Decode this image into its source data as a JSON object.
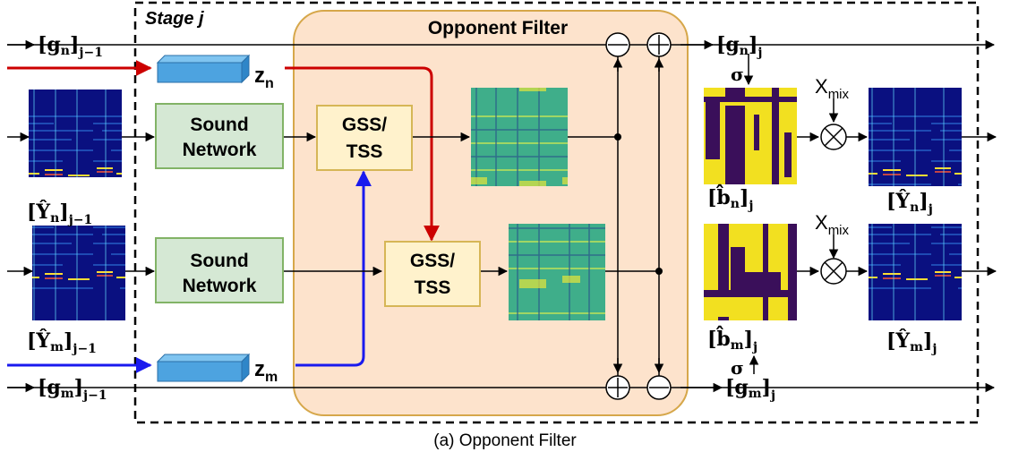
{
  "stage_label": "Stage j",
  "opponent_filter_title": "Opponent Filter",
  "caption": "(a) Opponent Filter",
  "boxes": {
    "sound_network_top": [
      "Sound",
      "Network"
    ],
    "sound_network_bottom": [
      "Sound",
      "Network"
    ],
    "gss_tss_top": [
      "GSS/",
      "TSS"
    ],
    "gss_tss_bottom": [
      "GSS/",
      "TSS"
    ]
  },
  "latents": {
    "z_n": {
      "base": "z",
      "sub": "n"
    },
    "z_m": {
      "base": "z",
      "sub": "m"
    }
  },
  "labels": {
    "g_n_in": {
      "base": "[g",
      "sub": "n",
      "close": "]",
      "idx": "j−1"
    },
    "g_m_in": {
      "base": "[g",
      "sub": "m",
      "close": "]",
      "idx": "j−1"
    },
    "g_n_out": {
      "base": "[g",
      "sub": "n",
      "close": "]",
      "idx": "j"
    },
    "g_m_out": {
      "base": "[g",
      "sub": "m",
      "close": "]",
      "idx": "j"
    },
    "Y_n_in": {
      "base": "[Ŷ",
      "sub": "n",
      "close": "]",
      "idx": "j−1"
    },
    "Y_m_in": {
      "base": "[Ŷ",
      "sub": "m",
      "close": "]",
      "idx": "j−1"
    },
    "Y_n_out": {
      "base": "[Ŷ",
      "sub": "n",
      "close": "]",
      "idx": "j"
    },
    "Y_m_out": {
      "base": "[Ŷ",
      "sub": "m",
      "close": "]",
      "idx": "j"
    },
    "b_n": {
      "base": "[b̂",
      "sub": "n",
      "close": "]",
      "idx": "j"
    },
    "b_m": {
      "base": "[b̂",
      "sub": "m",
      "close": "]",
      "idx": "j"
    }
  },
  "sigma": "σ",
  "x_mix": {
    "base": "X",
    "sub": "mix"
  },
  "operators": {
    "minus": "−",
    "plus": "+",
    "times": "×"
  },
  "colors": {
    "red_path": "#cc0000",
    "blue_path": "#1a1aee",
    "filter_bg": "#fde3cc",
    "filter_border": "#d6a74a",
    "sound_net_fill": "#d5e8d4",
    "sound_net_border": "#82b366",
    "gss_fill": "#fff2cc",
    "gss_border": "#d6b656",
    "latent_fill": "#4da3e0"
  }
}
